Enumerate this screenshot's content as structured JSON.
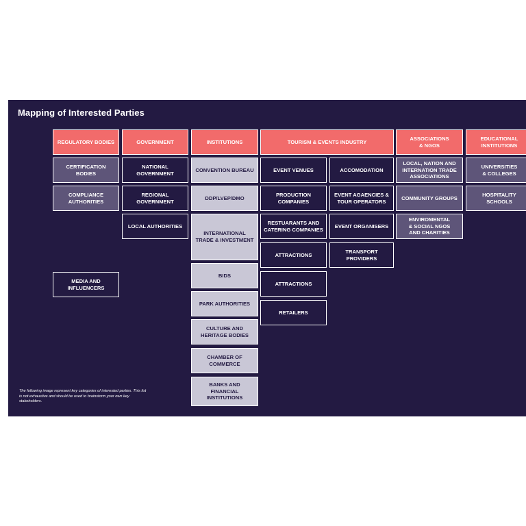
{
  "title": "Mapping of Interested Parties",
  "note": "The following image represent key categories of interested parties. This list is not exhaustive and should be used to brainstorm your own key stakeholders.",
  "columns": {
    "regulatory": {
      "header": "REGULATORY BODIES",
      "items": [
        "CERTIFICATION\nBODIES",
        "COMPLIANCE\nAUTHORITIES",
        "MEDIA AND\nINFLUENCERS"
      ]
    },
    "government": {
      "header": "GOVERNMENT",
      "items": [
        "NATIONAL\nGOVERNMENT",
        "REGIONAL\nGOVERNMENT",
        "LOCAL AUTHORITIES"
      ]
    },
    "institutions": {
      "header": "INSTITUTIONS",
      "items": [
        "CONVENTION BUREAU",
        "DDP/LVEP/DMO",
        "INTERNATIONAL\nTRADE & INVESTMENT",
        "BIDS",
        "PARK AUTHORITIES",
        "CULTURE AND\nHERITAGE BODIES",
        "CHAMBER OF\nCOMMERCE",
        "BANKS AND\nFINANCIAL\nINSTITUTIONS"
      ]
    },
    "tourism": {
      "header": "TOURISM & EVENTS INDUSTRY",
      "left": [
        "EVENT VENUES",
        "PRODUCTION\nCOMPANIES",
        "RESTUARANTS AND\nCATERING COMPANIES",
        "ATTRACTIONS",
        "ATTRACTIONS",
        "RETAILERS"
      ],
      "right": [
        "ACCOMODATION",
        "EVENT AGAENCIES &\nTOUR OPERATORS",
        "EVENT  ORGANISERS",
        "TRANSPORT\nPROVIDERS"
      ]
    },
    "associations": {
      "header": "ASSOCIATIONS\n& NGOS",
      "items": [
        "LOCAL, NATION AND\nINTERNATION TRADE\nASSOCIATIONS",
        "COMMUNITY GROUPS",
        "ENVIROMENTAL\n& SOCIAL NGOS\nAND CHARITIES"
      ]
    },
    "educational": {
      "header": "EDUCATIONAL\nINSTITUTIONS",
      "items": [
        "UNIVERSITIES\n& COLLEGES",
        "HOSPITALITY\nSCHOOLS"
      ]
    }
  },
  "colors": {
    "background": "#231a42",
    "header": "#f26b6b",
    "mid": "#5e5579",
    "light": "#c9c7d6"
  }
}
